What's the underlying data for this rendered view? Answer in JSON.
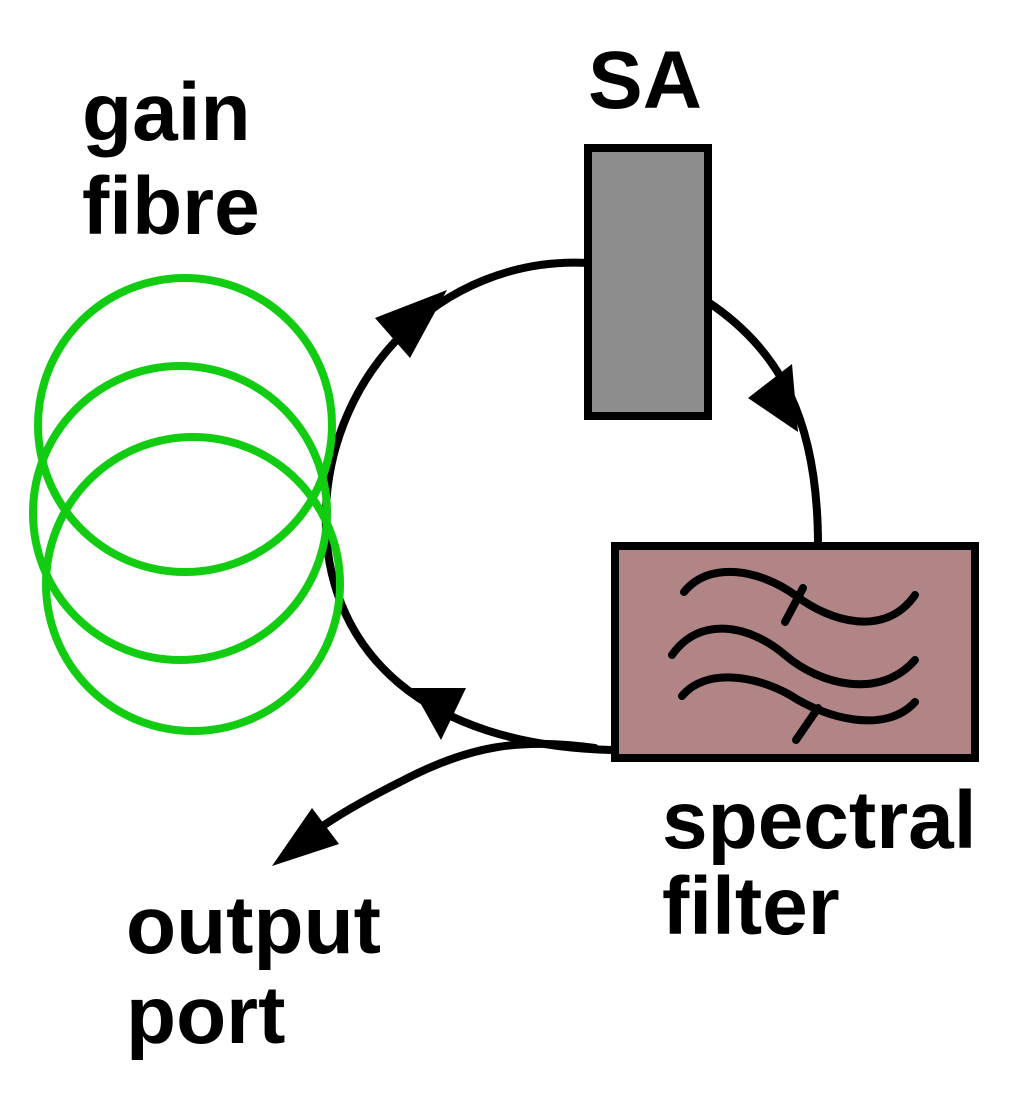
{
  "labels": {
    "gain_fibre_line1": "gain",
    "gain_fibre_line2": "fibre",
    "sa": "SA",
    "spectral_filter_line1": "spectral",
    "spectral_filter_line2": "filter",
    "output_port_line1": "output",
    "output_port_line2": "port"
  },
  "colors": {
    "fibre_coil": "#12cc12",
    "saturable_absorber": "#8c8c8c",
    "filter_box": "#b18586",
    "lines": "#000000",
    "background": "#ffffff"
  }
}
